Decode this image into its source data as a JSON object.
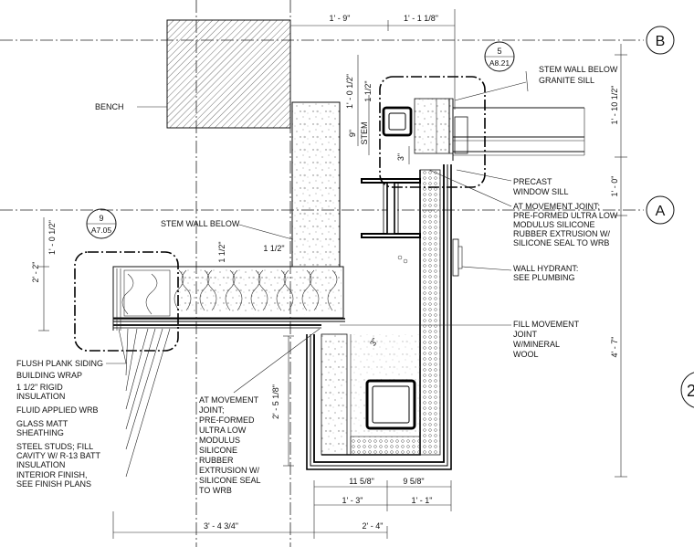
{
  "dimensions": {
    "top_left": "1' - 9\"",
    "top_right": "1' - 1 1/8\"",
    "v_one_half_top": "1' - 0 1/2\"",
    "one_half_a": "1 1/2\"",
    "nine": "9\"",
    "stem": "STEM",
    "three_a": "3\"",
    "right_top": "1' - 10 1/2\"",
    "right_mid": "1' - 0\"",
    "right_bottom": "4' - 7\"",
    "left_one_half": "1' - 0 1/2\"",
    "left_two_two": "2' - 2\"",
    "one_half_b": "1 1/2\"",
    "one_half_c": "1 1/2\"",
    "three_b": "3\"",
    "mid_vertical": "2' - 5 1/8\"",
    "bot_11": "11 5/8\"",
    "bot_9": "9 5/8\"",
    "bot_13": "1' - 3\"",
    "bot_11b": "1' - 1\"",
    "bot_left": "3' - 4 3/4\"",
    "bot_right": "2' - 4\""
  },
  "grid_bubbles": {
    "b": "B",
    "a": "A",
    "partial": "2"
  },
  "detail_tags": [
    {
      "number": "5",
      "sheet": "A8.21"
    },
    {
      "number": "9",
      "sheet": "A7.05"
    }
  ],
  "notes": {
    "bench": "BENCH",
    "stem_wall_below_left": "STEM WALL BELOW",
    "stem_wall_below_right": "STEM WALL BELOW",
    "granite_sill": "GRANITE SILL",
    "precast": [
      "PRECAST",
      "WINDOW SILL"
    ],
    "movement_joint_right": [
      "AT MOVEMENT JOINT;",
      "PRE-FORMED ULTRA LOW",
      "MODULUS SILICONE",
      "RUBBER EXTRUSION W/",
      "SILICONE SEAL TO WRB"
    ],
    "wall_hydrant": [
      "WALL HYDRANT:",
      "SEE PLUMBING"
    ],
    "fill_joint": [
      "FILL MOVEMENT",
      "JOINT",
      "W/MINERAL",
      "WOOL"
    ],
    "movement_joint_center": [
      "AT MOVEMENT",
      "JOINT;",
      "PRE-FORMED",
      "ULTRA LOW",
      "MODULUS",
      "SILICONE",
      "RUBBER",
      "EXTRUSION W/",
      "SILICONE SEAL",
      "TO WRB"
    ],
    "left_labels": [
      [
        "FLUSH PLANK SIDING"
      ],
      [
        "BUILDING WRAP"
      ],
      [
        "1 1/2\" RIGID",
        "INSULATION"
      ],
      [
        "FLUID APPLIED WRB"
      ],
      [
        "GLASS MATT",
        "SHEATHING"
      ],
      [
        "STEEL STUDS; FILL",
        "CAVITY W/ R-13 BATT",
        "INSULATION"
      ],
      [
        "INTERIOR FINISH,",
        "SEE FINISH PLANS"
      ]
    ]
  }
}
